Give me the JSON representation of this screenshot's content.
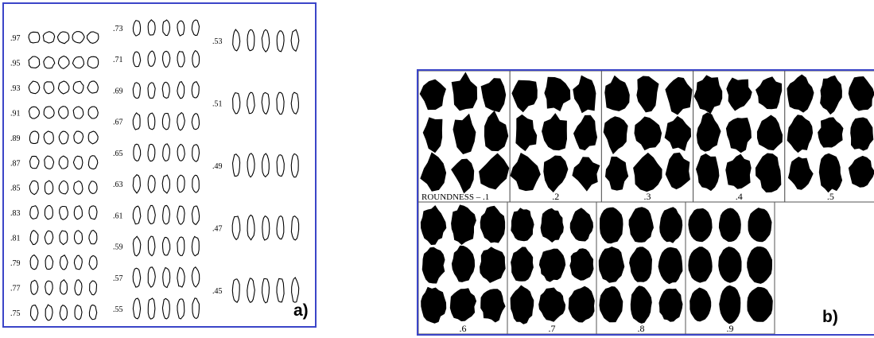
{
  "panel_a": {
    "label": "a)",
    "col1": [
      ".97",
      ".95",
      ".93",
      ".91",
      ".89",
      ".87",
      ".85",
      ".83",
      ".81",
      ".79",
      ".77",
      ".75"
    ],
    "col2": [
      ".73",
      ".71",
      ".69",
      ".67",
      ".65",
      ".63",
      ".61",
      ".59",
      ".57",
      ".55"
    ],
    "col3": [
      ".53",
      ".51",
      ".49",
      ".47",
      ".45"
    ]
  },
  "panel_b": {
    "label": "b)",
    "roundness_prefix": "ROUNDNESS –",
    "top_row": [
      ".1",
      ".2",
      ".3",
      ".4",
      ".5"
    ],
    "bottom_row": [
      ".6",
      ".7",
      ".8",
      ".9"
    ]
  },
  "colors": {
    "frame": "#3b45c8",
    "shape_fill": "#000000",
    "cell_border": "#555555"
  }
}
